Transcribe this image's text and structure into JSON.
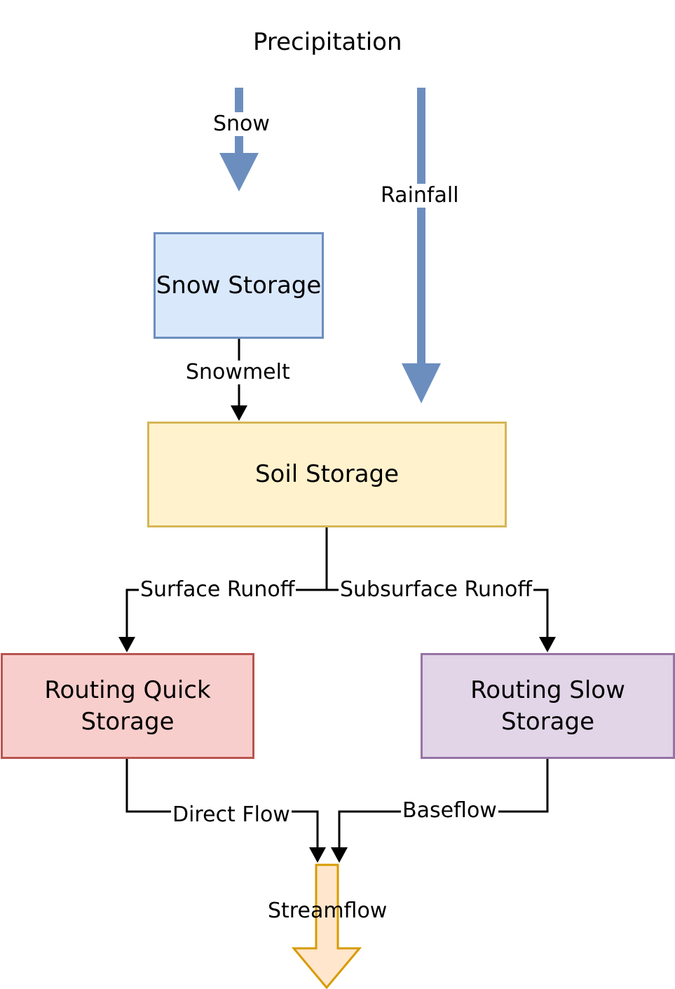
{
  "title": "Precipitation",
  "nodes": {
    "snow_storage": "Snow Storage",
    "soil_storage": "Soil Storage",
    "routing_quick": "Routing Quick\nStorage",
    "routing_slow": "Routing Slow\nStorage"
  },
  "flows": {
    "snow": "Snow",
    "rainfall": "Rainfall",
    "snowmelt": "Snowmelt",
    "surface_runoff": "Surface Runoff",
    "subsurface_runoff": "Subsurface Runoff",
    "direct_flow": "Direct Flow",
    "baseflow": "Baseflow",
    "streamflow": "Streamflow"
  },
  "colors": {
    "precip_arrow": "#6c8ebf",
    "snow_fill": "#dae8fc",
    "snow_stroke": "#6c8ebf",
    "soil_fill": "#fff2cc",
    "soil_stroke": "#d6b656",
    "quick_fill": "#f8cecc",
    "quick_stroke": "#b85450",
    "slow_fill": "#e1d5e7",
    "slow_stroke": "#9673a6",
    "stream_fill": "#ffe6cc",
    "stream_stroke": "#d79b00"
  }
}
